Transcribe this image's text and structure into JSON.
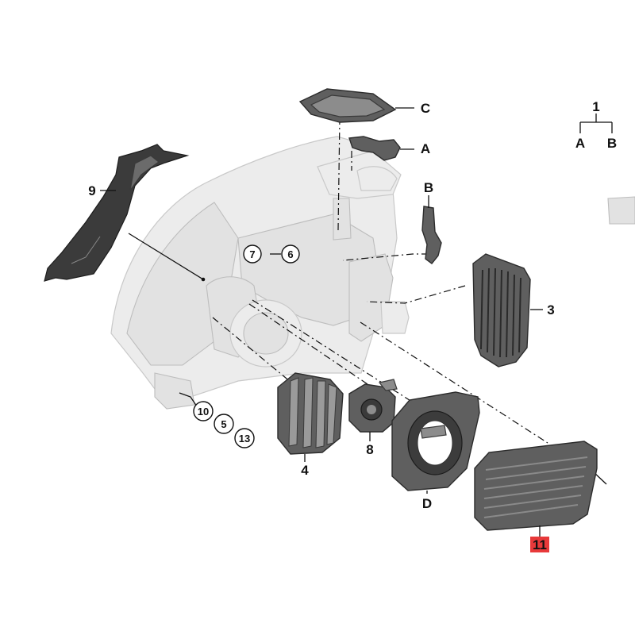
{
  "diagram": {
    "callouts": {
      "c1": "1",
      "cA_tree": "A",
      "cB_tree": "B",
      "cC": "C",
      "cA": "A",
      "cB": "B",
      "c9": "9",
      "c7": "7",
      "c6": "6",
      "c3": "3",
      "c10": "10",
      "c5": "5",
      "c13": "13",
      "c4": "4",
      "c8": "8",
      "cD": "D",
      "c11": "11"
    },
    "colors": {
      "highlight": "#e8393a",
      "part": "#5f5f5f",
      "ghost": "#ececec"
    }
  }
}
